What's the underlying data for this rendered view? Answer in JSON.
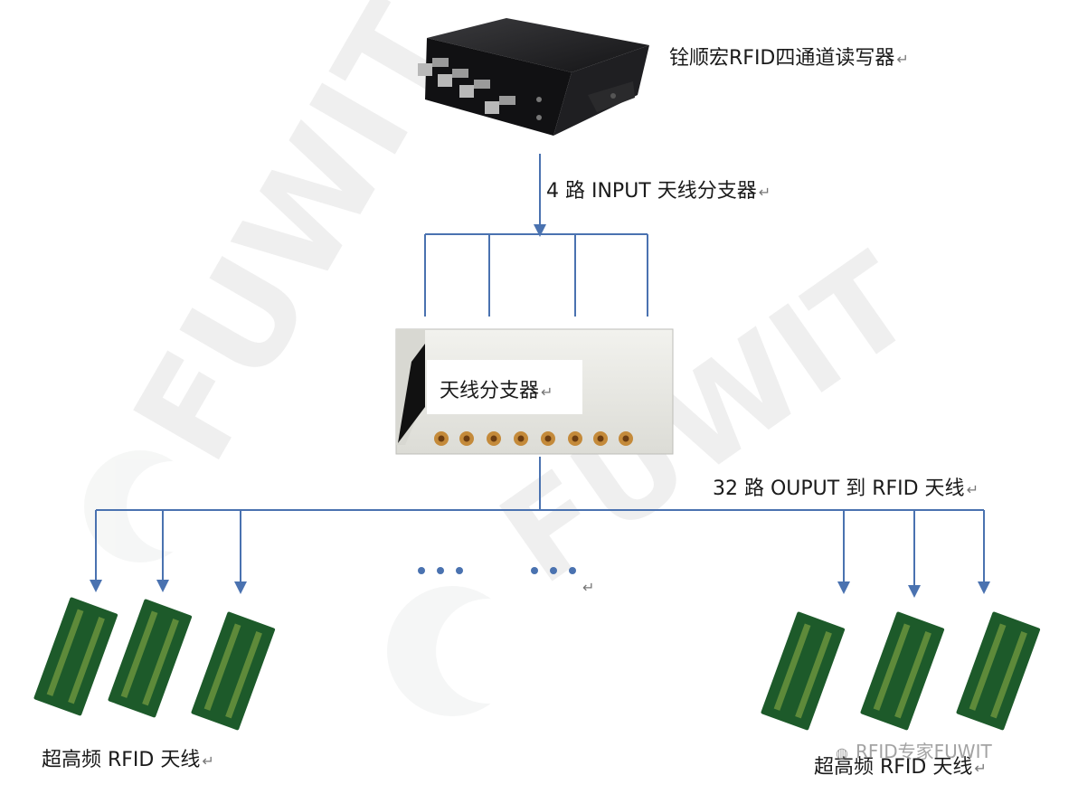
{
  "reader": {
    "label": "铨顺宏RFID四通道读写器"
  },
  "input_link": {
    "label": "4 路 INPUT 天线分支器"
  },
  "splitter": {
    "label": "天线分支器"
  },
  "output_link": {
    "label": "32 路 OUPUT 到 RFID 天线"
  },
  "ellipsis": {
    "left": "•••",
    "right": "•••"
  },
  "antenna_groups": {
    "left_label": "超高频 RFID 天线",
    "right_label": "超高频 RFID 天线"
  },
  "watermark": {
    "logo_text": "FUWIT",
    "account_text": "RFID专家FUWIT"
  },
  "return_mark": "↵",
  "colors": {
    "arrow": "#4a72b0",
    "pcb": "#1d5a2a",
    "pcb_trace": "#5e8a3a",
    "device_body": "#1c1c1e",
    "splitter_body": "#e8e8e3"
  }
}
